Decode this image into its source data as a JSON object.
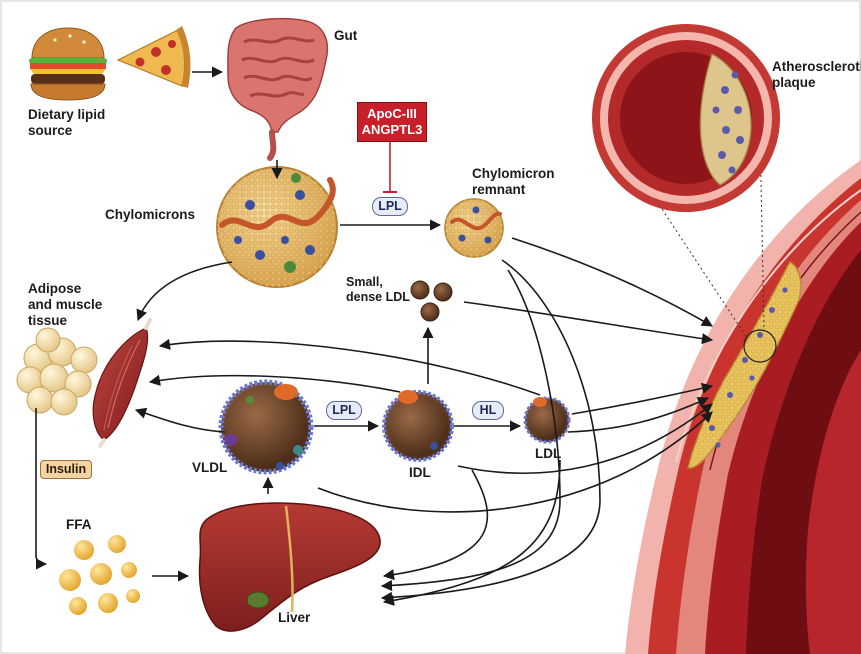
{
  "labels": {
    "dietary_lipid_source": "Dietary lipid\nsource",
    "gut": "Gut",
    "chylomicrons": "Chylomicrons",
    "chylomicron_remnant": "Chylomicron\nremnant",
    "atherosclerotic_plaque": "Atherosclerotic\nplaque",
    "adipose_muscle": "Adipose\nand muscle\ntissue",
    "small_dense_ldl": "Small,\ndense LDL",
    "vldl": "VLDL",
    "idl": "IDL",
    "ldl": "LDL",
    "ffa": "FFA",
    "liver": "Liver"
  },
  "enzymes": {
    "inhibitor": "ApoC-III\nANGPTL3",
    "lpl_top": "LPL",
    "lpl_mid": "LPL",
    "hl": "HL",
    "insulin": "Insulin"
  },
  "colors": {
    "inhibitor_red": "#c8202a",
    "pill_fill": "#e7ecf8",
    "insulin_fill": "#f5d3a2",
    "artery_red": "#b8262c",
    "plaque_yellow": "#e9c65a",
    "arrow": "#1a1a1a"
  }
}
